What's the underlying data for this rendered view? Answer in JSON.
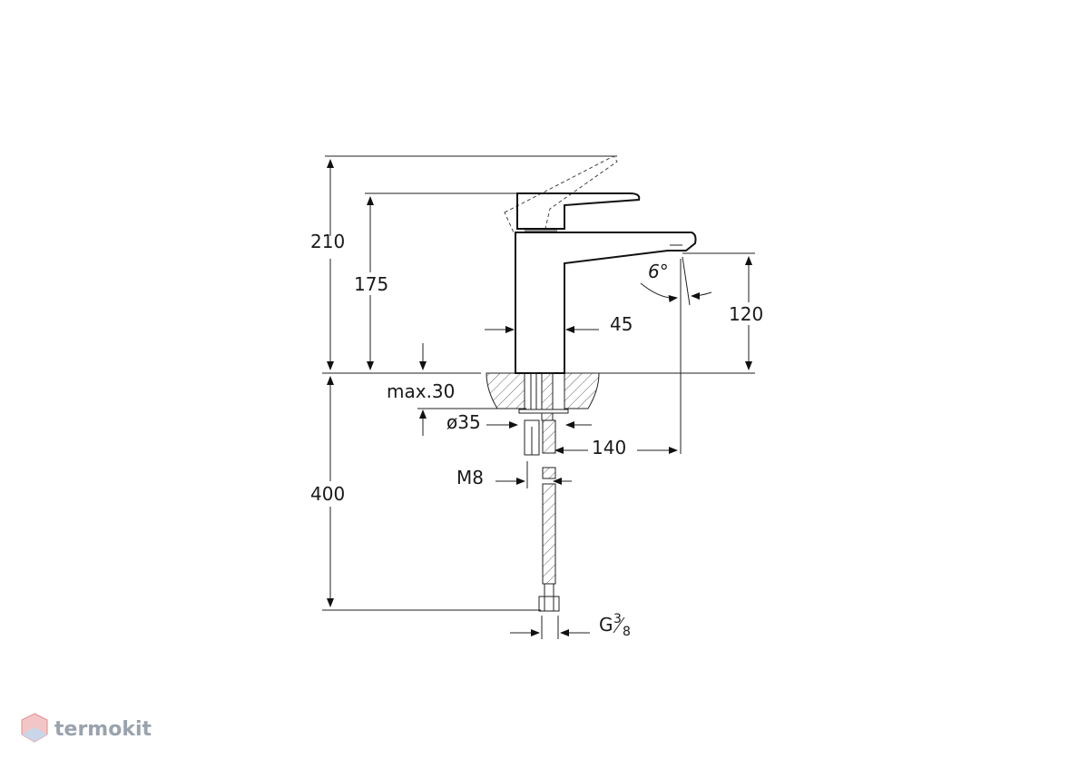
{
  "dimensions": {
    "overall_height": "210",
    "spout_height": "175",
    "outlet_height": "120",
    "body_width": "45",
    "max_counter": "max.30",
    "hole_diameter": "ø35",
    "reach": "140",
    "thread": "M8",
    "hose_length": "400",
    "connection_prefix": "G",
    "connection_num": "3",
    "connection_den": "8",
    "angle": "6°"
  },
  "watermark": {
    "text": "termokit",
    "color": "#9aa3ad",
    "accent": "#e8898a"
  }
}
